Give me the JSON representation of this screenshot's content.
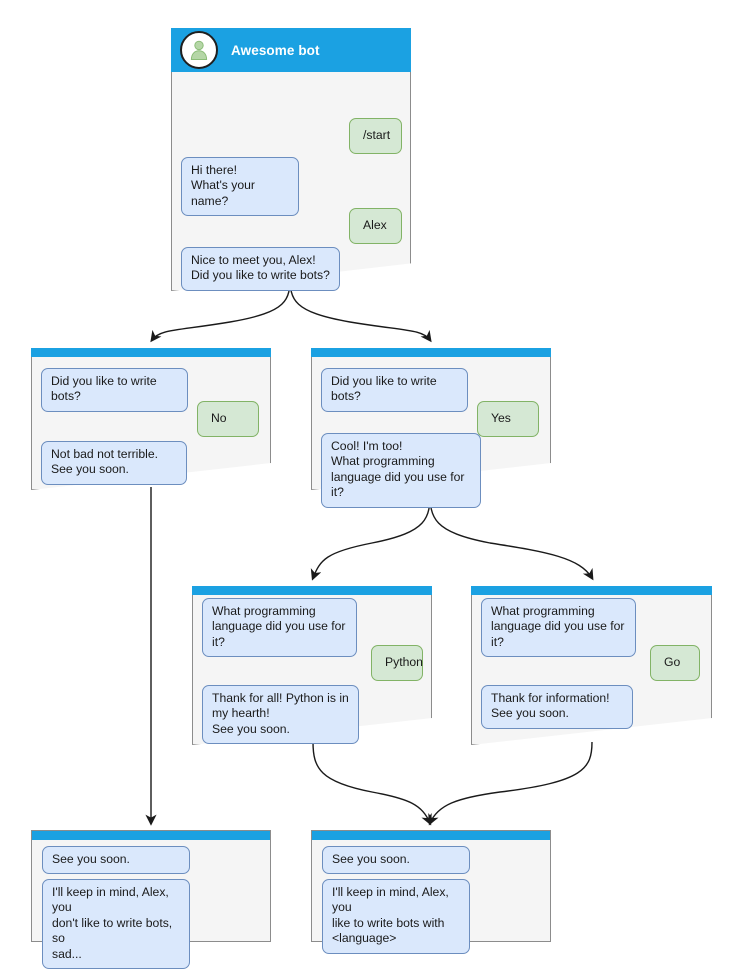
{
  "diagram": {
    "type": "bot-conversation-flow",
    "colors": {
      "header_blue": "#1ba1e2",
      "card_bg": "#f5f5f5",
      "card_border": "#8c8c8c",
      "bot_bubble_fill": "#dae8fc",
      "bot_bubble_border": "#6c8ebf",
      "user_bubble_fill": "#d5e8d4",
      "user_bubble_border": "#82b366",
      "edge_stroke": "#1a1a1a",
      "avatar_person": "#b5d6a7"
    }
  },
  "nodes": {
    "start": {
      "title": "Awesome bot",
      "avatar_icon": "person-avatar-icon",
      "messages": [
        {
          "role": "user",
          "text": "/start"
        },
        {
          "role": "bot",
          "text": "Hi there!\nWhat's your name?"
        },
        {
          "role": "user",
          "text": "Alex"
        },
        {
          "role": "bot",
          "text": "Nice to meet you, Alex!\nDid you like to write bots?"
        }
      ]
    },
    "answer_no": {
      "messages": [
        {
          "role": "bot",
          "text": "Did you like to write bots?"
        },
        {
          "role": "user",
          "text": "No"
        },
        {
          "role": "bot",
          "text": "Not bad not terrible.\nSee you soon."
        }
      ]
    },
    "answer_yes": {
      "messages": [
        {
          "role": "bot",
          "text": "Did you like to write bots?"
        },
        {
          "role": "user",
          "text": "Yes"
        },
        {
          "role": "bot",
          "text": "Cool! I'm too!\nWhat programming\nlanguage did you use for it?"
        }
      ]
    },
    "lang_python": {
      "messages": [
        {
          "role": "bot",
          "text": "What programming\nlanguage did you use for it?"
        },
        {
          "role": "user",
          "text": "Python"
        },
        {
          "role": "bot",
          "text": "Thank for all! Python is in\nmy hearth!\nSee you soon."
        }
      ]
    },
    "lang_go": {
      "messages": [
        {
          "role": "bot",
          "text": "What programming\nlanguage did you use for it?"
        },
        {
          "role": "user",
          "text": "Go"
        },
        {
          "role": "bot",
          "text": "Thank for information!\nSee you soon."
        }
      ]
    },
    "end_sad": {
      "messages": [
        {
          "role": "bot",
          "text": "See you soon."
        },
        {
          "role": "bot",
          "text": "I'll keep in mind, Alex, you\ndon't like to write bots, so\nsad..."
        }
      ]
    },
    "end_happy": {
      "messages": [
        {
          "role": "bot",
          "text": "See you soon."
        },
        {
          "role": "bot",
          "text": "I'll keep in mind, Alex, you\nlike to write bots with\n<language>"
        }
      ]
    }
  }
}
